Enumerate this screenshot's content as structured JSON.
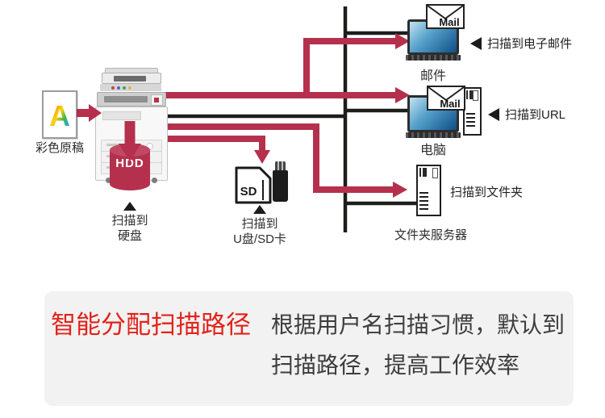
{
  "colors": {
    "arrow_crimson": "#b5304d",
    "line_black": "#1d1d1b",
    "title_red": "#e2231a",
    "panel_gray": "#f2f2f2",
    "hdd_fill": "#b5304d"
  },
  "diagram": {
    "source": {
      "letter": "A",
      "label": "彩色原稿"
    },
    "hdd": {
      "drum": "HDD",
      "caption1": "扫描到",
      "caption2": "硬盘"
    },
    "usb_sd": {
      "card": "SD",
      "caption1": "扫描到",
      "caption2": "U盘/SD卡"
    },
    "email": {
      "badge": "Mail",
      "label": "邮件",
      "callout": "扫描到电子邮件"
    },
    "computer": {
      "badge": "Mail",
      "label": "电脑",
      "callout": "扫描到URL"
    },
    "folder_server": {
      "label": "文件夹服务器",
      "callout": "扫描到文件夹"
    }
  },
  "panel": {
    "title": "智能分配扫描路径",
    "body_line1": "根据用户名扫描习惯，默认到",
    "body_line2": "扫描路径，提高工作效率"
  }
}
